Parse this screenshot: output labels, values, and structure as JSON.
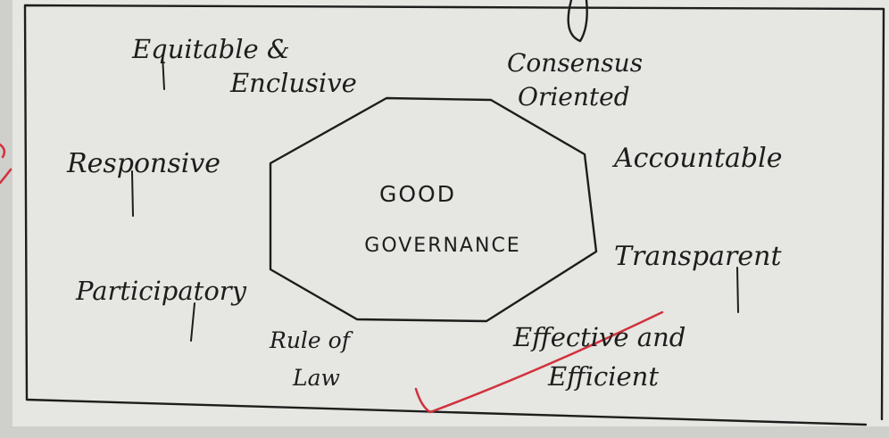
{
  "diagram": {
    "center": {
      "line1": "GOOD",
      "line2": "GOVERNANCE"
    },
    "attributes": [
      {
        "id": "equitable",
        "line1": "Equitable &",
        "line2": "Enclusive"
      },
      {
        "id": "consensus",
        "line1": "Consensus",
        "line2": "Oriented"
      },
      {
        "id": "responsive",
        "line1": "Responsive"
      },
      {
        "id": "accountable",
        "line1": "Accountable"
      },
      {
        "id": "transparent",
        "line1": "Transparent"
      },
      {
        "id": "participatory",
        "line1": "Participatory"
      },
      {
        "id": "rule-of-law",
        "line1": "Rule of",
        "line2": "Law"
      },
      {
        "id": "effective",
        "line1": "Effective and",
        "line2": "Efficient"
      }
    ]
  },
  "colors": {
    "paper": "#e9e9e6",
    "ink": "#1d1d1d",
    "red_pen": "#d1323c"
  }
}
